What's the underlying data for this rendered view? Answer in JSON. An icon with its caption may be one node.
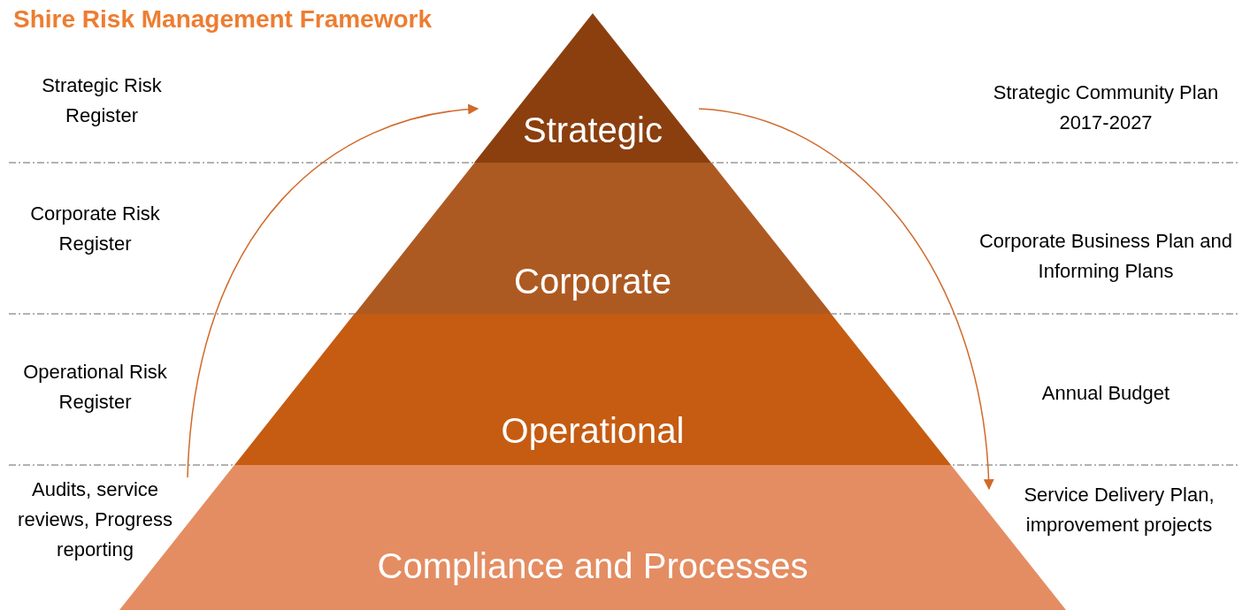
{
  "diagram": {
    "title": "Shire Risk Management Framework",
    "nodes": [
      {
        "text": [
          "Strategic"
        ]
      },
      {
        "text": [
          "Corporate"
        ]
      },
      {
        "text": [
          "Operational"
        ]
      },
      {
        "text": [
          "Compliance and Processes"
        ]
      },
      {
        "text": [
          "Audits, service reviews, Progress reporting"
        ]
      },
      {
        "text": [
          "Service Delivery Plan, improvement projects"
        ]
      }
    ],
    "edges": [
      {
        "from": 4,
        "to": 0,
        "arrow": "to"
      },
      {
        "from": 0,
        "to": 5,
        "arrow": "to"
      }
    ],
    "labels": [
      "Strategic Risk Register",
      "Strategic Community Plan 2017-2027",
      "Corporate Risk Register",
      "Corporate Business Plan and Informing Plans",
      "Operational Risk Register",
      "Annual Budget"
    ]
  }
}
